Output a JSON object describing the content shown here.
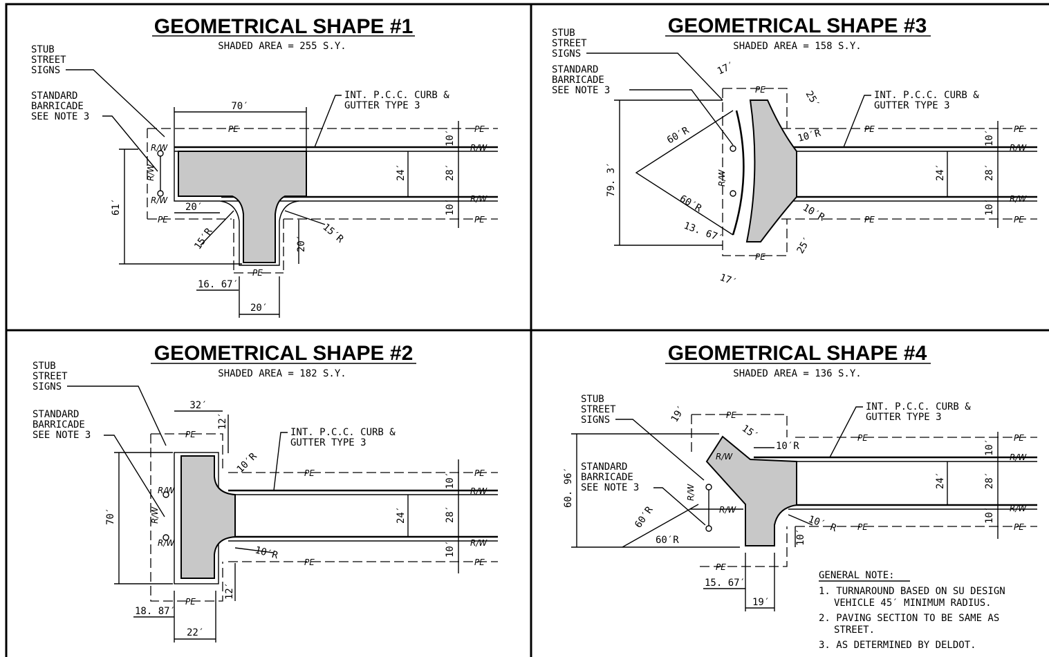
{
  "shapes": [
    {
      "title": "GEOMETRICAL SHAPE #1",
      "area": "SHADED AREA = 255 S.Y.",
      "dims": {
        "d70": "70′",
        "d24": "24′",
        "d28": "28′",
        "d10a": "10′",
        "d10b": "10′",
        "d61": "61′",
        "d20a": "20′",
        "d15a": "15′R",
        "d15b": "15′R",
        "d20b": "20′",
        "d1667": "16. 67′",
        "d20c": "20′"
      }
    },
    {
      "title": "GEOMETRICAL SHAPE #2",
      "area": "SHADED AREA = 182 S.Y.",
      "dims": {
        "d32": "32′",
        "d12a": "12′",
        "d10ra": "10′R",
        "d70": "70′",
        "d24": "24′",
        "d28": "28′",
        "d10a": "10′",
        "d10b": "10′",
        "d10rb": "10′R",
        "d12b": "12′",
        "d1887": "18. 87′",
        "d22": "22′"
      }
    },
    {
      "title": "GEOMETRICAL SHAPE #3",
      "area": "SHADED AREA = 158 S.Y.",
      "dims": {
        "d17a": "17′",
        "d25a": "25′",
        "d60ra": "60′R",
        "d10ra": "10′R",
        "d793": "79. 3′",
        "d60rb": "60′R",
        "d10rb": "10′R",
        "d1367": "13. 67′",
        "d25b": "25′",
        "d17b": "17′",
        "d24": "24′",
        "d28": "28′",
        "d10a": "10′",
        "d10b": "10′"
      }
    },
    {
      "title": "GEOMETRICAL SHAPE #4",
      "area": "SHADED AREA = 136 S.Y.",
      "dims": {
        "d19a": "19′",
        "d15": "15′",
        "d10ra": "10′R",
        "d6096": "60. 96′",
        "d60ra": "60′R",
        "d60rb": "60′R",
        "d10rb": "10′ R",
        "d10c": "10′",
        "d1567": "15. 67′",
        "d19b": "19′",
        "d24": "24′",
        "d28": "28′",
        "d10a": "10′",
        "d10b": "10′"
      }
    }
  ],
  "labels": {
    "stub1": "STUB",
    "stub2": "STREET",
    "stub3": "SIGNS",
    "bar1": "STANDARD",
    "bar2": "BARRICADE",
    "bar3": "SEE NOTE 3",
    "curb1": "INT. P.C.C. CURB &",
    "curb2": "GUTTER TYPE 3",
    "pe": "PE",
    "rw": "R/W"
  },
  "notes": {
    "heading": "GENERAL NOTE:",
    "n1a": "1. TURNAROUND BASED ON SU DESIGN",
    "n1b": "VEHICLE 45′ MINIMUM RADIUS.",
    "n2a": "2. PAVING SECTION TO BE SAME AS",
    "n2b": "STREET.",
    "n3": "3. AS DETERMINED BY DELDOT."
  }
}
